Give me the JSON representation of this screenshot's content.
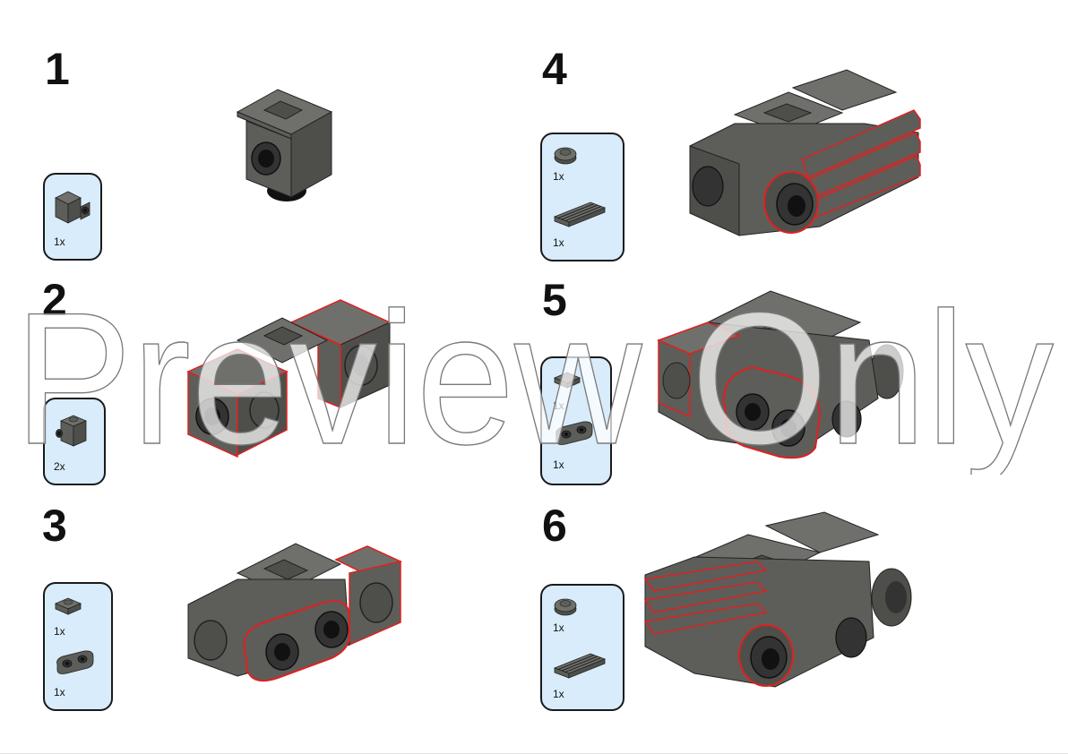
{
  "colors": {
    "brick": "#5d5e59",
    "brick_dark": "#3f403c",
    "brick_top": "#6f706b",
    "new_part_outline": "#e02020",
    "parts_box_bg": "#d8ecfb",
    "stud_hole": "#111111"
  },
  "watermark": {
    "text": "Preview Only"
  },
  "steps": [
    {
      "number": "1",
      "parts": [
        {
          "shape": "bracket-brick-1x1",
          "qty": "1x"
        }
      ]
    },
    {
      "number": "2",
      "parts": [
        {
          "shape": "side-stud-brick-1x1",
          "qty": "2x"
        }
      ]
    },
    {
      "number": "3",
      "parts": [
        {
          "shape": "plate-1x1",
          "qty": "1x"
        },
        {
          "shape": "plate-1x2-rounded",
          "qty": "1x"
        }
      ]
    },
    {
      "number": "4",
      "parts": [
        {
          "shape": "round-plate-1x1",
          "qty": "1x"
        },
        {
          "shape": "grille-tile-1x2",
          "qty": "1x"
        }
      ]
    },
    {
      "number": "5",
      "parts": [
        {
          "shape": "tile-1x1",
          "qty": "1x"
        },
        {
          "shape": "plate-1x2-rounded",
          "qty": "1x"
        }
      ]
    },
    {
      "number": "6",
      "parts": [
        {
          "shape": "round-plate-1x1",
          "qty": "1x"
        },
        {
          "shape": "grille-tile-1x2",
          "qty": "1x"
        }
      ]
    }
  ]
}
